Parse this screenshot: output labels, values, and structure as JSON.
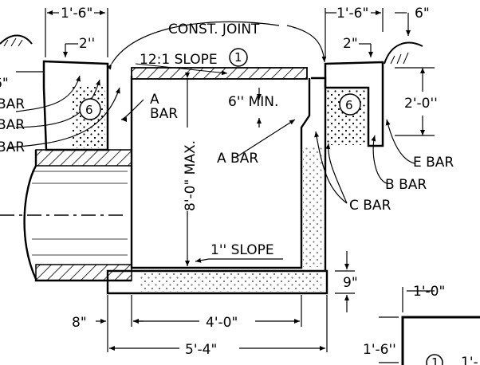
{
  "drawing": {
    "notes": {
      "const_joint": "CONST. JOINT",
      "slope_top": "12:1 SLOPE",
      "slope_top_ref": "1",
      "min_depth": "6'' MIN.",
      "max_depth": "8'-0\" MAX.",
      "slope_floor": "1'' SLOPE"
    },
    "bars": {
      "a_bar": "A BAR",
      "a_label_1": "A",
      "a_label_2": "BAR",
      "b_bar": "B  BAR",
      "c_bar": "C  BAR",
      "e_bar": "E  BAR",
      "bar_left_1": "BAR",
      "bar_left_2": "BAR",
      "bar_left_3": "BAR"
    },
    "refs": {
      "left_curb": "6",
      "right_curb": "6",
      "bottom_right": "1"
    },
    "dims": {
      "top_left": "1'-6\"",
      "top_right": "1'-6\"",
      "top_far_right": "6\"",
      "curb_left": "2''",
      "curb_right": "2\"",
      "side_left": "6\"",
      "right_height": "2'-0''",
      "floor_thick": "9\"",
      "wall_thick": "8\"",
      "inner_width": "4'-0\"",
      "outer_width": "5'-4\"",
      "detail_width": "1'-0\"",
      "detail_height": "1'-6''",
      "detail_clip": "1'-"
    }
  }
}
